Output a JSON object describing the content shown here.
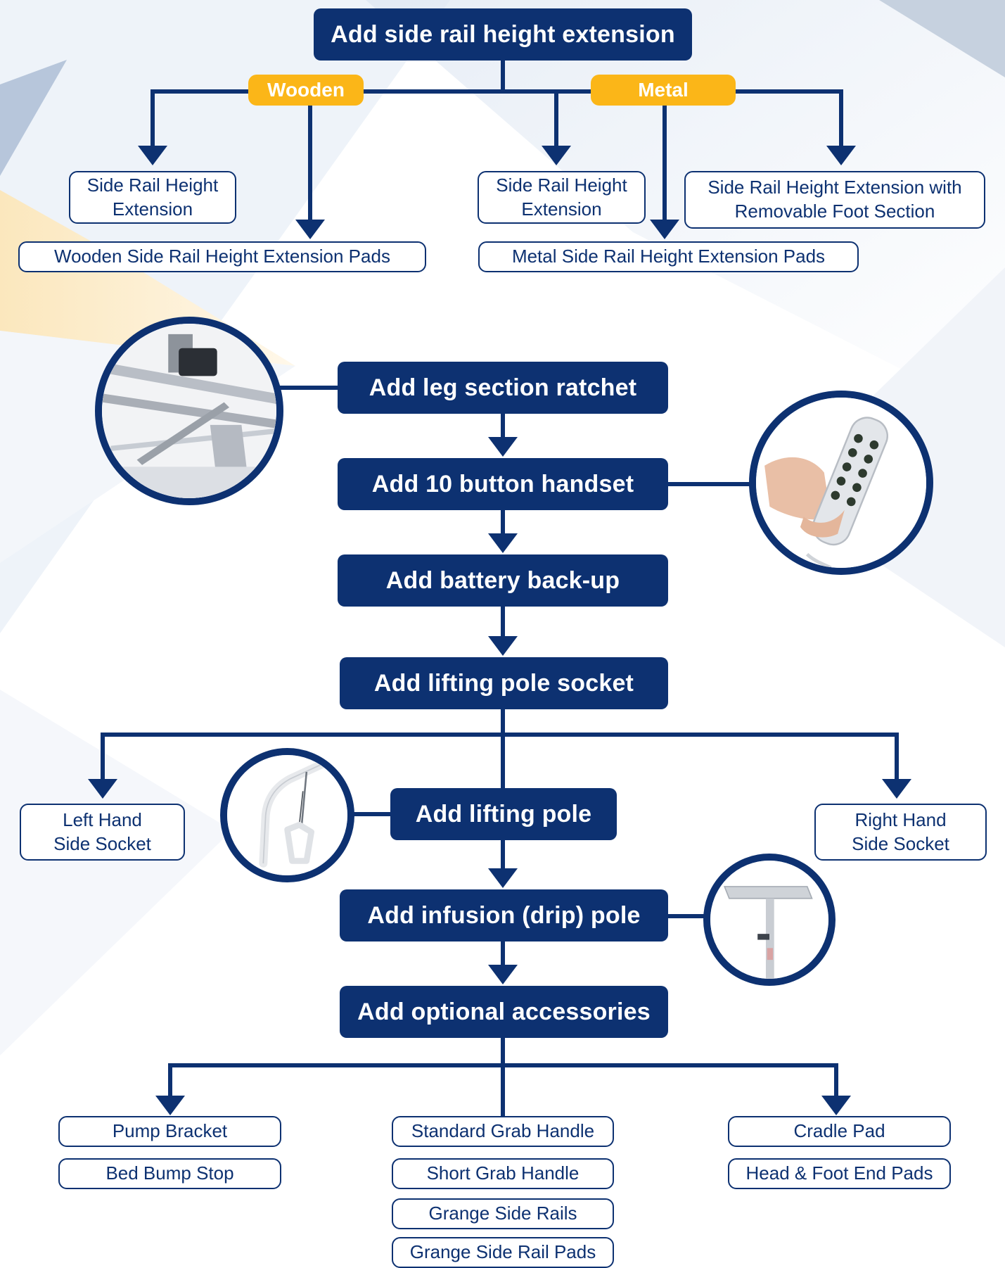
{
  "colors": {
    "navy": "#0d3171",
    "amber": "#fbb618"
  },
  "side_rail": {
    "title": "Add side rail height extension",
    "wooden": {
      "label": "Wooden",
      "options": [
        "Side Rail Height Extension",
        "Wooden Side Rail Height Extension Pads"
      ]
    },
    "metal": {
      "label": "Metal",
      "options": [
        "Side Rail Height Extension",
        "Side Rail Height Extension with Removable Foot Section",
        "Metal Side Rail Height Extension Pads"
      ]
    }
  },
  "steps": {
    "leg_ratchet": "Add leg section ratchet",
    "handset": "Add 10 button handset",
    "battery": "Add battery back-up",
    "pole_socket": "Add lifting pole socket",
    "lifting_pole": "Add lifting pole",
    "infusion_pole": "Add infusion (drip) pole",
    "accessories": "Add optional accessories"
  },
  "sockets": {
    "left": "Left Hand Side Socket",
    "right": "Right Hand Side Socket"
  },
  "accessories": {
    "left": [
      "Pump Bracket",
      "Bed Bump Stop"
    ],
    "center": [
      "Standard Grab Handle",
      "Short Grab Handle",
      "Grange Side Rails",
      "Grange Side Rail Pads"
    ],
    "right": [
      "Cradle Pad",
      "Head & Foot End Pads"
    ]
  },
  "images": {
    "ratchet": "leg-ratchet-photo",
    "handset": "handset-photo",
    "lifting_pole": "lifting-pole-photo",
    "infusion_pole": "infusion-pole-photo"
  }
}
